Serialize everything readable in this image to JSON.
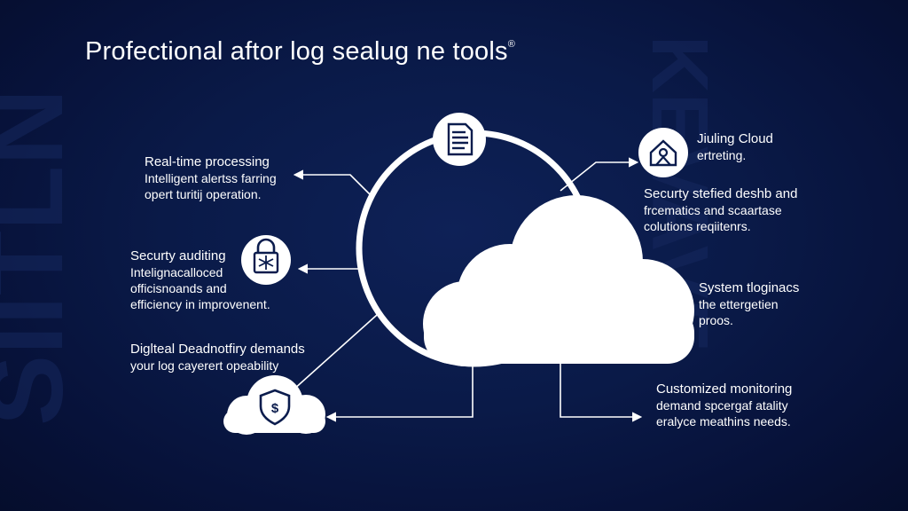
{
  "title": "Profectional aftor log sealug ne tools",
  "title_mark": "®",
  "left_blocks": [
    {
      "heading": "Real-time processing",
      "lines": [
        "Intelligent alertss farring",
        "opert turitij operation."
      ]
    },
    {
      "heading": "Securty auditing",
      "lines": [
        "Intelignacalloced",
        "officisnoands and",
        "efficiency in improvenent."
      ]
    },
    {
      "heading": "Diglteal Deadnotfiry demands",
      "lines": [
        "your log cayerert opeability"
      ]
    }
  ],
  "right_blocks": [
    {
      "heading": "Jiuling Cloud",
      "lines": [
        "ertreting."
      ]
    },
    {
      "heading": "Securty stefied deshb and",
      "lines": [
        "frcematics and scaartase",
        "colutions reqiitenrs."
      ]
    },
    {
      "heading": "System tloginacs",
      "lines": [
        "the ettergetien",
        "proos."
      ]
    },
    {
      "heading": "Customized monitoring",
      "lines": [
        "demand spcergaf atality",
        "eralyce meathins needs."
      ]
    }
  ],
  "icons": {
    "top": "document-icon",
    "top_right": "house-user-icon",
    "middle_left": "padlock-icon",
    "bottom_left": "shield-dollar-icon",
    "bottom_left_glyph": "$"
  },
  "background_letters": {
    "left": "SIITLN",
    "right": "KEVAVE"
  },
  "colors": {
    "background": "#0a1a48",
    "foreground": "#ffffff",
    "icon_stroke": "#0b1c4d"
  }
}
